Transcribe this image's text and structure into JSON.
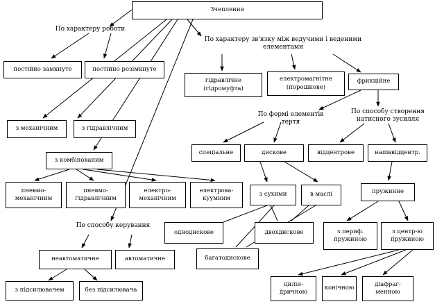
{
  "diagram": {
    "root": "Зчеплення",
    "categories": {
      "by_operation": "По характеру роботи",
      "by_connection": "По характеру зв'язку між ведучими і веденими\nелементами",
      "by_friction_shape": "По формі елементів тертя",
      "by_pressure_method": "По способу створення\nнатисного зусилля",
      "by_control": "По способу керування"
    },
    "nodes": {
      "normally_closed": "постійно замкнуте",
      "normally_open": "постійно розімкнуте",
      "hydraulic_coupling": "гідравлічне\n(гідромуфта)",
      "electromagnetic": "електромагнітне\n(порошкове)",
      "friction": "фрикційне",
      "mechanical_drive": "з механічним",
      "hydraulic_drive": "з гідравлічним",
      "combined_drive": "з комбінованим",
      "special": "спеціальне",
      "disc": "дискове",
      "centrifugal": "відцентрове",
      "semi_centrifugal": "напіввідцентр.",
      "pneumo_mechanical": "пневмо-\nмеханічним",
      "pneumo_hydraulic": "пневмо-\nгідравлічним",
      "electro_mechanical": "електро-\nмеханічним",
      "electro_vacuum": "електрова-\nкуумним",
      "dry": "з сухими",
      "oil": "в маслі",
      "spring": "пружинне",
      "single_disc": "однодискове",
      "double_disc": "двохдискове",
      "multi_disc": "багатодискове",
      "peripheral_springs": "з периф.\nпружиною",
      "central_spring": "з центр-ю\nпружиною",
      "non_automatic": "неавтоматичне",
      "automatic": "автоматичне",
      "with_booster": "з підсилювачем",
      "without_booster": "без підсилювача",
      "cylindrical": "цилін-\nдричною",
      "conical": "конічною",
      "diaphragm": "діафраг-\nменною"
    }
  }
}
